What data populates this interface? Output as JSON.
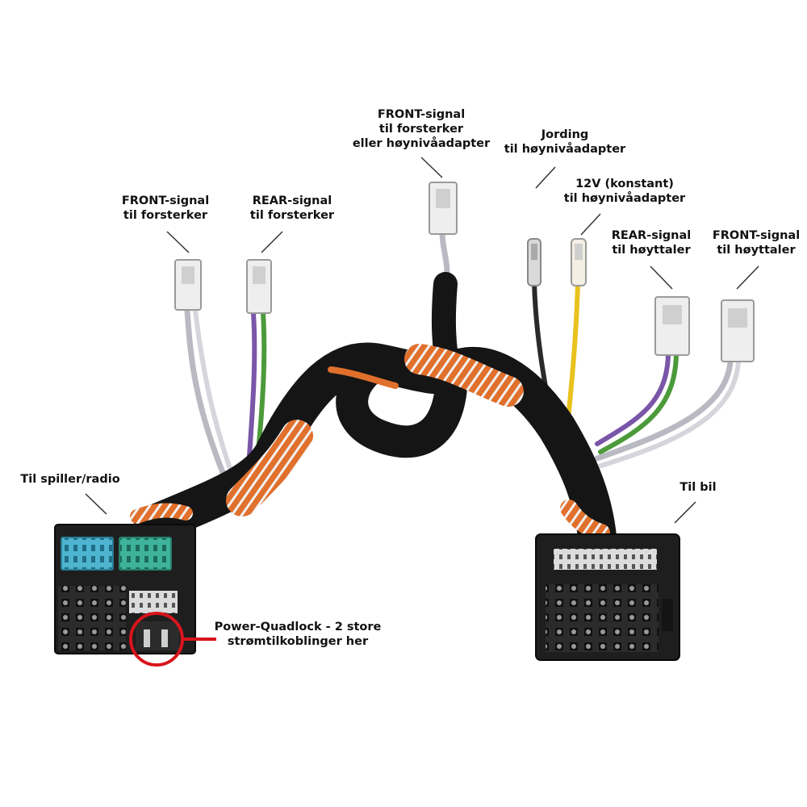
{
  "labels": {
    "front_amp_top": "FRONT-signal\ntil forsterker\neller høynivåadapter",
    "front_amp_left": "FRONT-signal\ntil forsterker",
    "rear_amp": "REAR-signal\ntil forsterker",
    "ground": "Jording\ntil høynivåadapter",
    "power_12v": "12V (konstant)\ntil høynivåadapter",
    "rear_speaker": "REAR-signal\ntil høyttaler",
    "front_speaker": "FRONT-signal\ntil høyttaler",
    "to_radio": "Til spiller/radio",
    "to_car": "Til bil",
    "power_quadlock": "Power-Quadlock - 2 store\nstrømtilkoblinger her"
  },
  "colors": {
    "sleeve": "#151515",
    "orange_wire": "#e0702c",
    "grey_wire": "#b9b9c2",
    "purple_wire": "#7a56a8",
    "green_wire": "#4c9a3a",
    "yellow_wire": "#e9c21f",
    "black_wire": "#2a2a2a",
    "blue_block": "#4fb4cf",
    "teal_block": "#3fb39a",
    "highlight": "#d8141c"
  }
}
